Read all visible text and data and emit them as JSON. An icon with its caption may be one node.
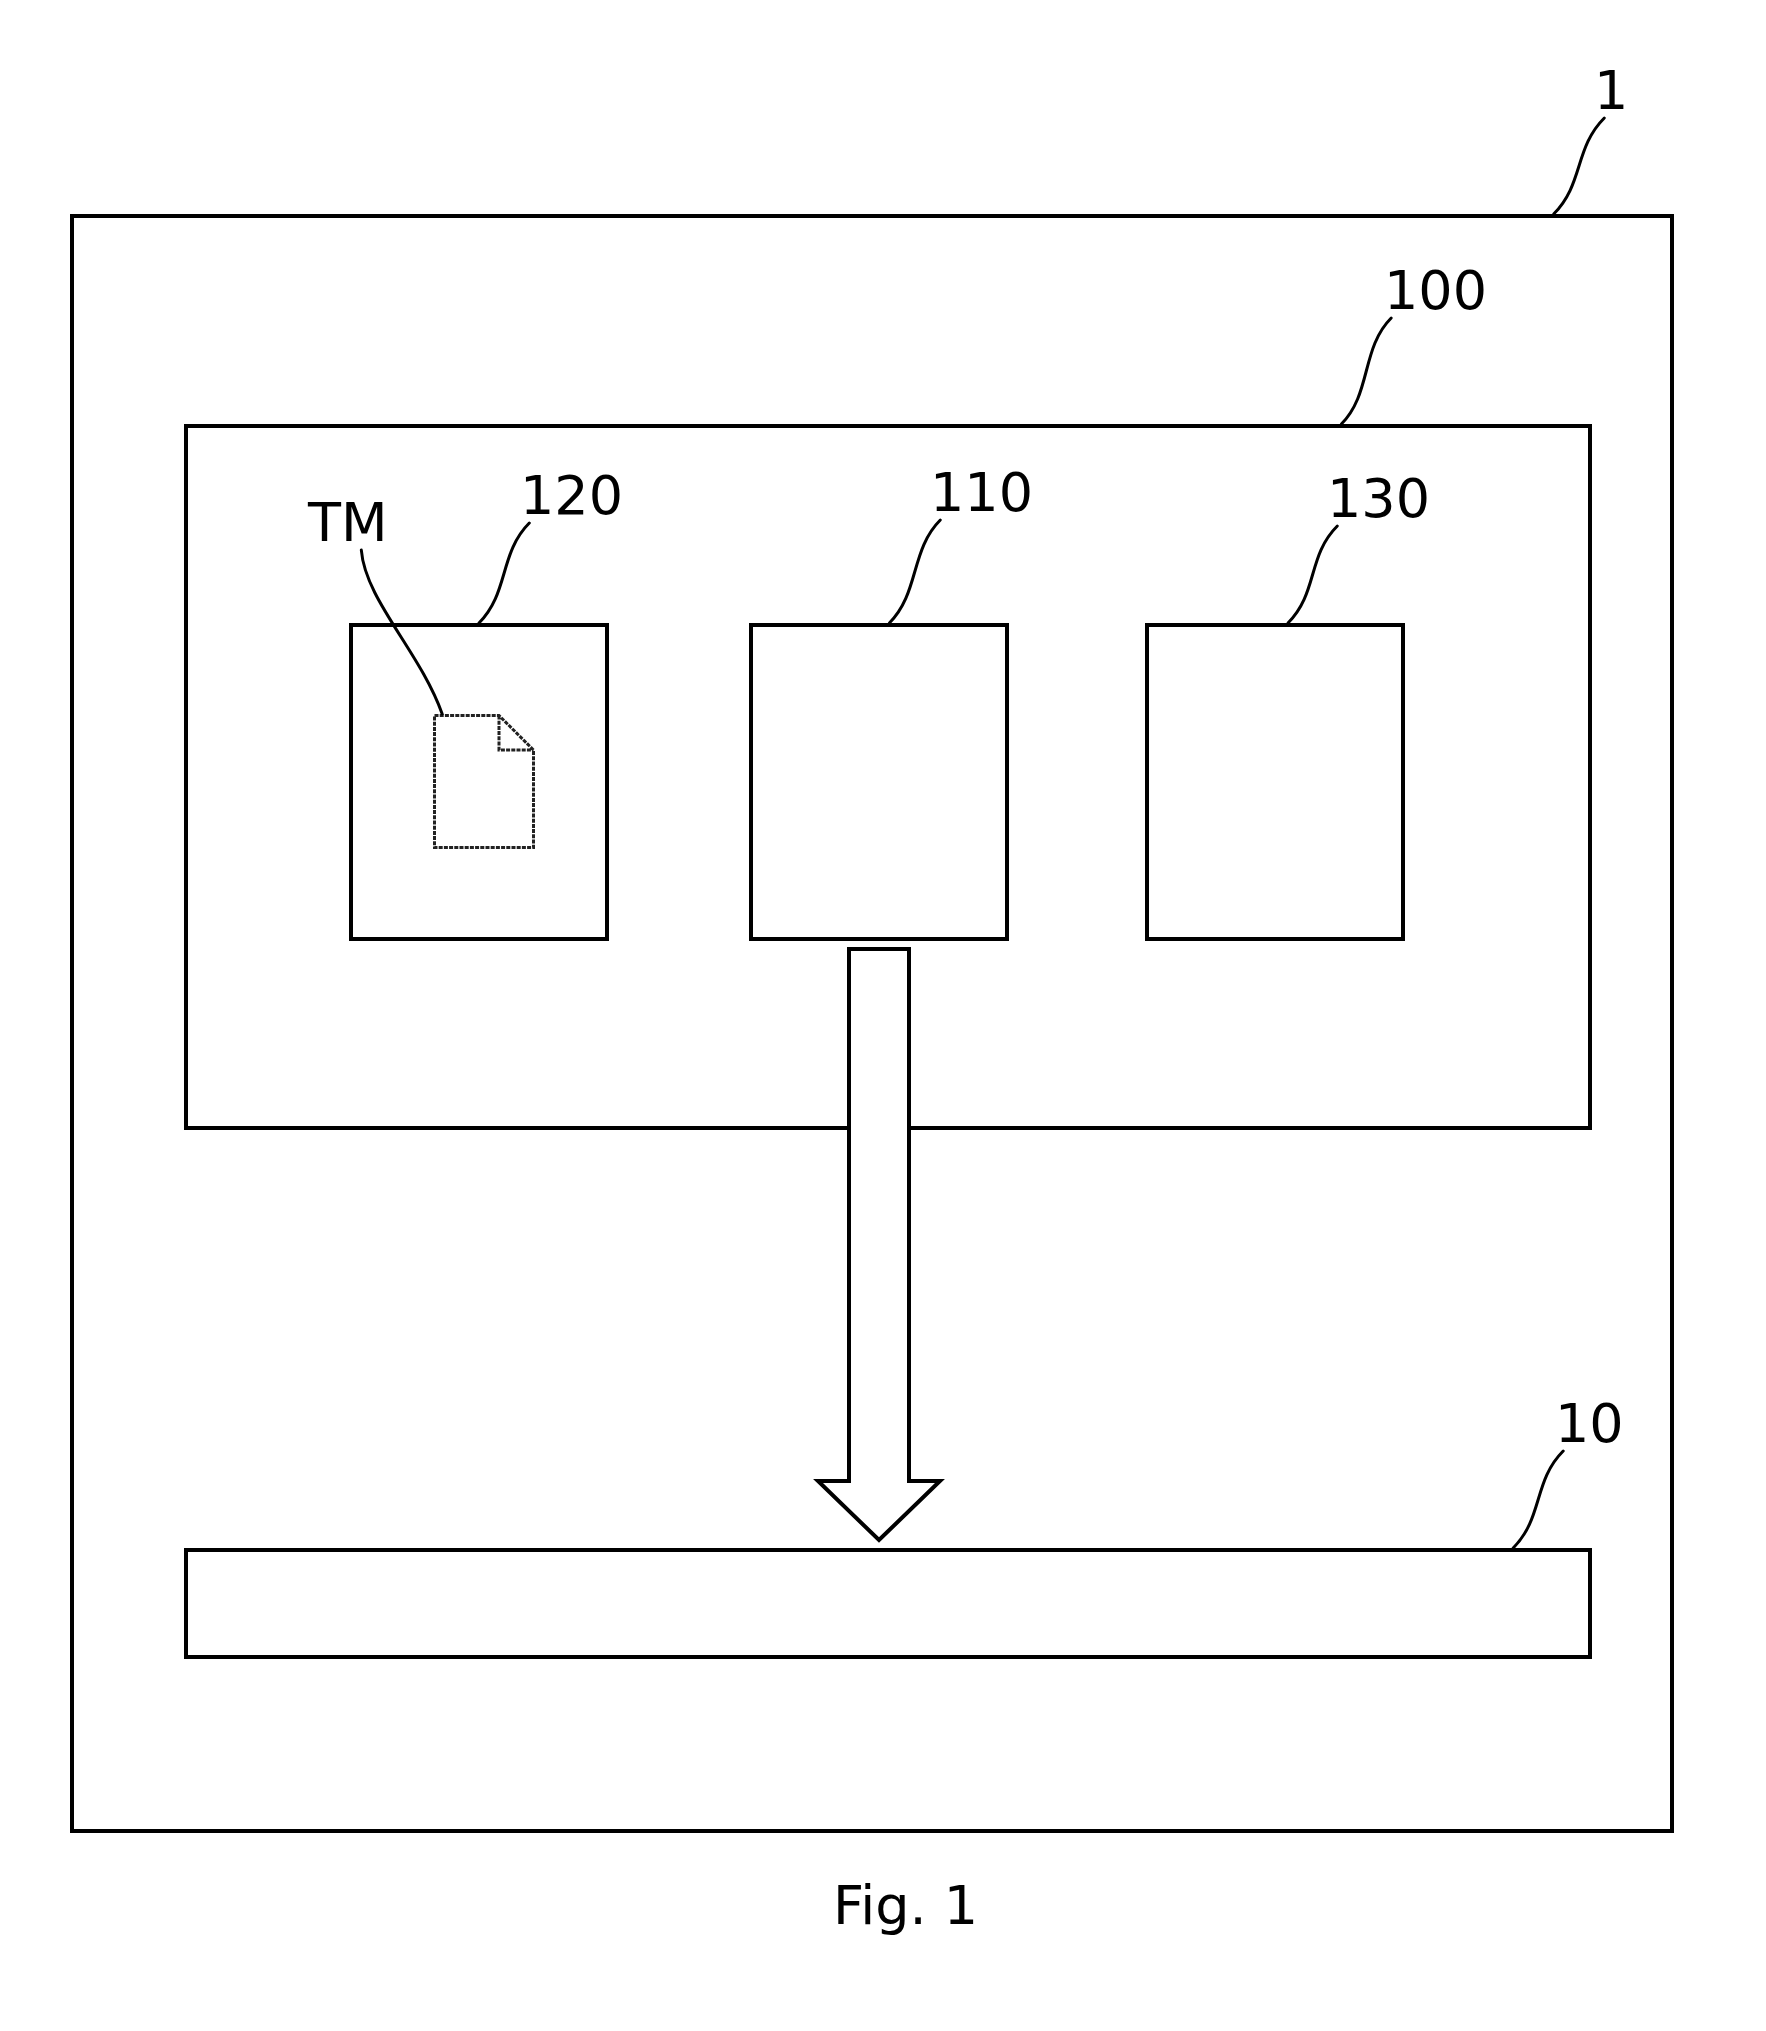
{
  "diagram": {
    "caption": "Fig. 1",
    "nodes": [
      {
        "text": [
          "1"
        ]
      },
      {
        "text": [],
        "shape": "box"
      },
      {
        "text": [
          "100"
        ],
        "in": 1
      },
      {
        "text": [],
        "shape": "box",
        "in": 1
      },
      {
        "text": [
          "TM"
        ],
        "in": 3
      },
      {
        "text": [
          "120"
        ],
        "in": 3
      },
      {
        "text": [],
        "shape": "box",
        "in": 3
      },
      {
        "text": [],
        "shape": "document",
        "in": 6
      },
      {
        "text": [
          "110"
        ],
        "in": 3
      },
      {
        "text": [],
        "shape": "box",
        "in": 3
      },
      {
        "text": [
          "130"
        ],
        "in": 3
      },
      {
        "text": [],
        "shape": "box",
        "in": 3
      },
      {
        "text": [
          "10"
        ],
        "in": 1
      },
      {
        "text": [],
        "shape": "bar",
        "in": 1
      }
    ],
    "edges": [
      {
        "from": 0,
        "to": 1,
        "arrow": "none"
      },
      {
        "from": 2,
        "to": 3,
        "arrow": "none"
      },
      {
        "from": 4,
        "to": 7,
        "arrow": "none"
      },
      {
        "from": 5,
        "to": 6,
        "arrow": "none"
      },
      {
        "from": 8,
        "to": 9,
        "arrow": "none"
      },
      {
        "from": 10,
        "to": 11,
        "arrow": "none"
      },
      {
        "from": 9,
        "to": 13,
        "arrow": "to",
        "style": "thick"
      },
      {
        "from": 12,
        "to": 13,
        "arrow": "none"
      }
    ]
  }
}
